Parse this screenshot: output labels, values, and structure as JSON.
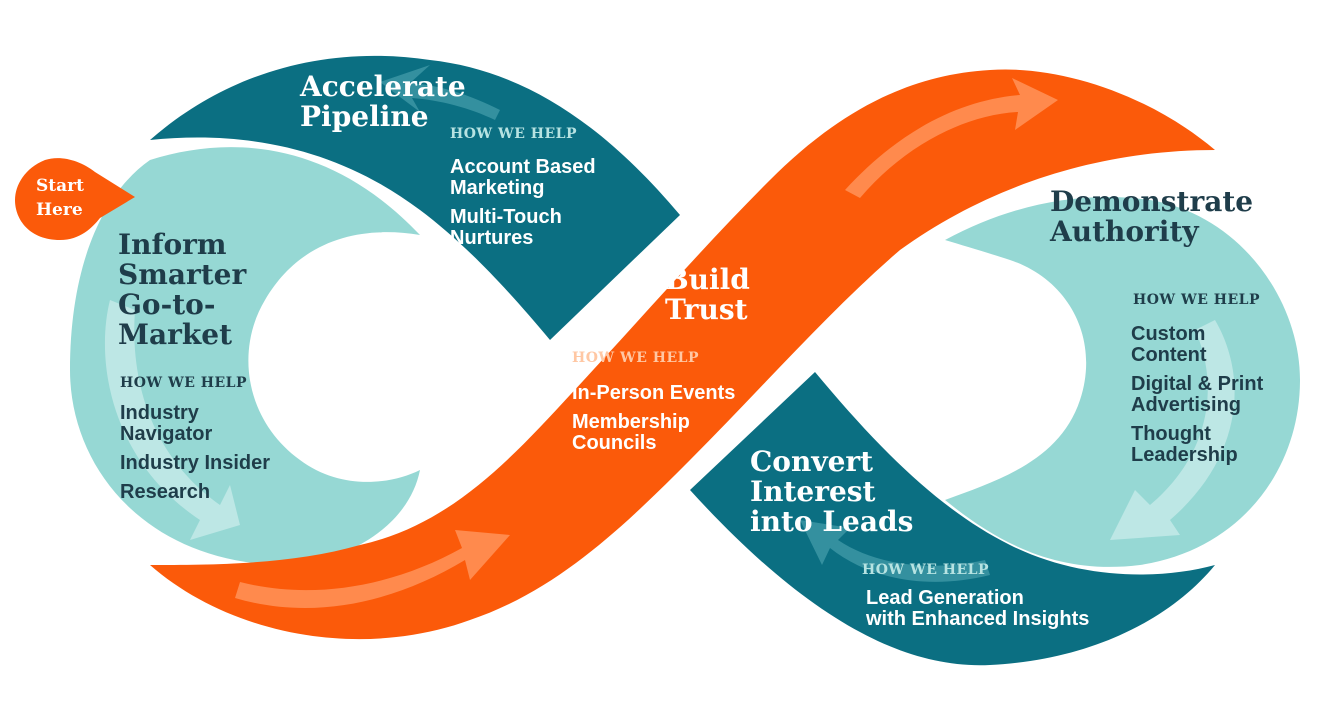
{
  "start_badge": [
    "Start",
    "Here"
  ],
  "help_label": "HOW WE HELP",
  "colors": {
    "teal_dark": "#0b6f82",
    "teal_light": "#96d8d4",
    "orange": "#fb5a0a",
    "text_dark": "#1f3d4a"
  },
  "stages": {
    "inform": {
      "title": [
        "Inform",
        "Smarter",
        "Go-to-",
        "Market"
      ],
      "items": [
        [
          "Industry",
          "Navigator"
        ],
        [
          "Industry Insider"
        ],
        [
          "Research"
        ]
      ]
    },
    "accelerate": {
      "title": [
        "Accelerate",
        "Pipeline"
      ],
      "items": [
        [
          "Account Based",
          "Marketing"
        ],
        [
          "Multi-Touch",
          "Nurtures"
        ]
      ]
    },
    "trust": {
      "title": [
        "Build",
        "Trust"
      ],
      "items": [
        [
          "In-Person Events"
        ],
        [
          "Membership",
          "Councils"
        ]
      ]
    },
    "authority": {
      "title": [
        "Demonstrate",
        "Authority"
      ],
      "items": [
        [
          "Custom",
          "Content"
        ],
        [
          "Digital & Print",
          "Advertising"
        ],
        [
          "Thought",
          "Leadership"
        ]
      ]
    },
    "convert": {
      "title": [
        "Convert",
        "Interest",
        "into Leads"
      ],
      "items": [
        [
          "Lead Generation",
          "with Enhanced Insights"
        ]
      ]
    }
  }
}
